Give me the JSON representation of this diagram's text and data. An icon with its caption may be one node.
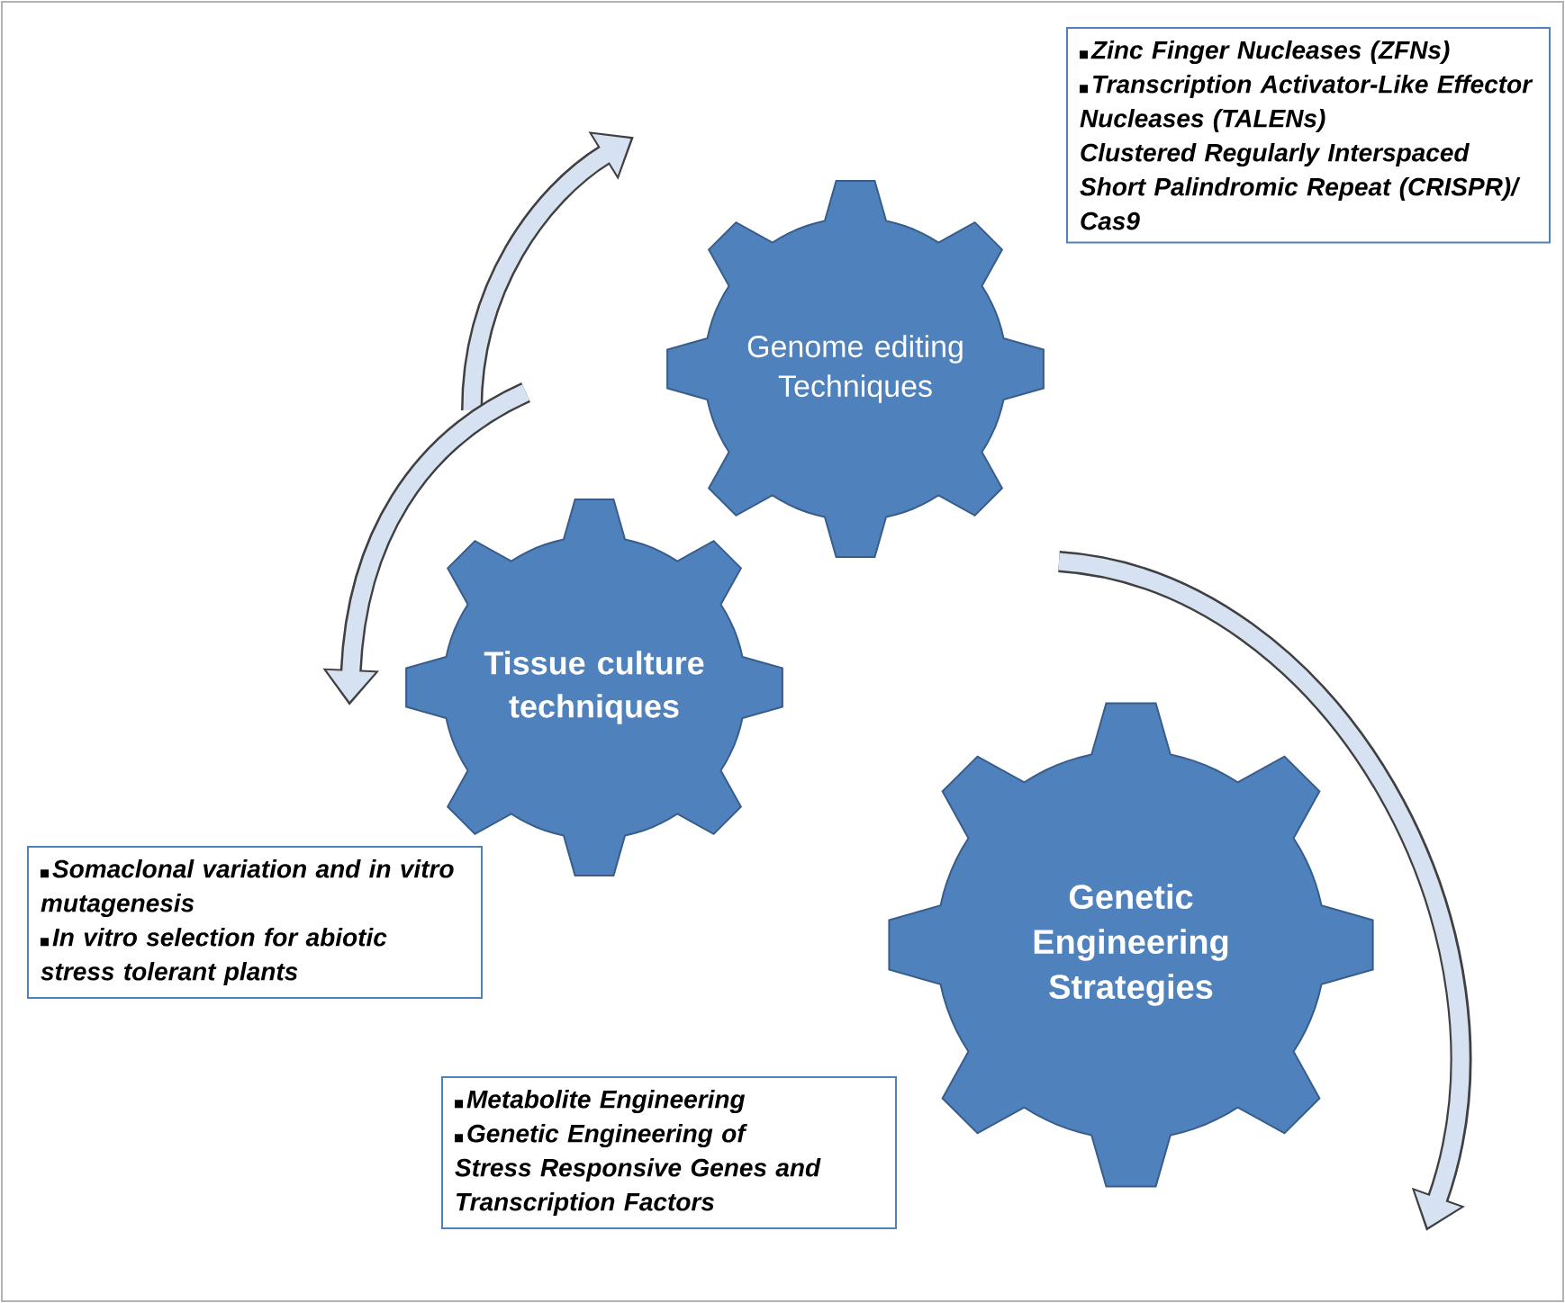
{
  "diagram": {
    "nodes": [
      {
        "text": [
          "Genome editing Techniques"
        ]
      },
      {
        "text": [
          "Tissue culture techniques"
        ]
      },
      {
        "text": [
          "Genetic Engineering Strategies"
        ]
      },
      {
        "text": [
          "Zinc Finger Nucleases (ZFNs)",
          "Transcription Activator-Like Effector Nucleases (TALENs)",
          "Clustered Regularly Interspaced Short Palindromic Repeat (CRISPR)/ Cas9"
        ]
      },
      {
        "text": [
          "Somaclonal variation and in vitro mutagenesis",
          "In vitro selection for abiotic stress tolerant plants"
        ]
      },
      {
        "text": [
          "Metabolite Engineering",
          "Genetic Engineering of Stress Responsive Genes and Transcription Factors"
        ]
      }
    ]
  }
}
